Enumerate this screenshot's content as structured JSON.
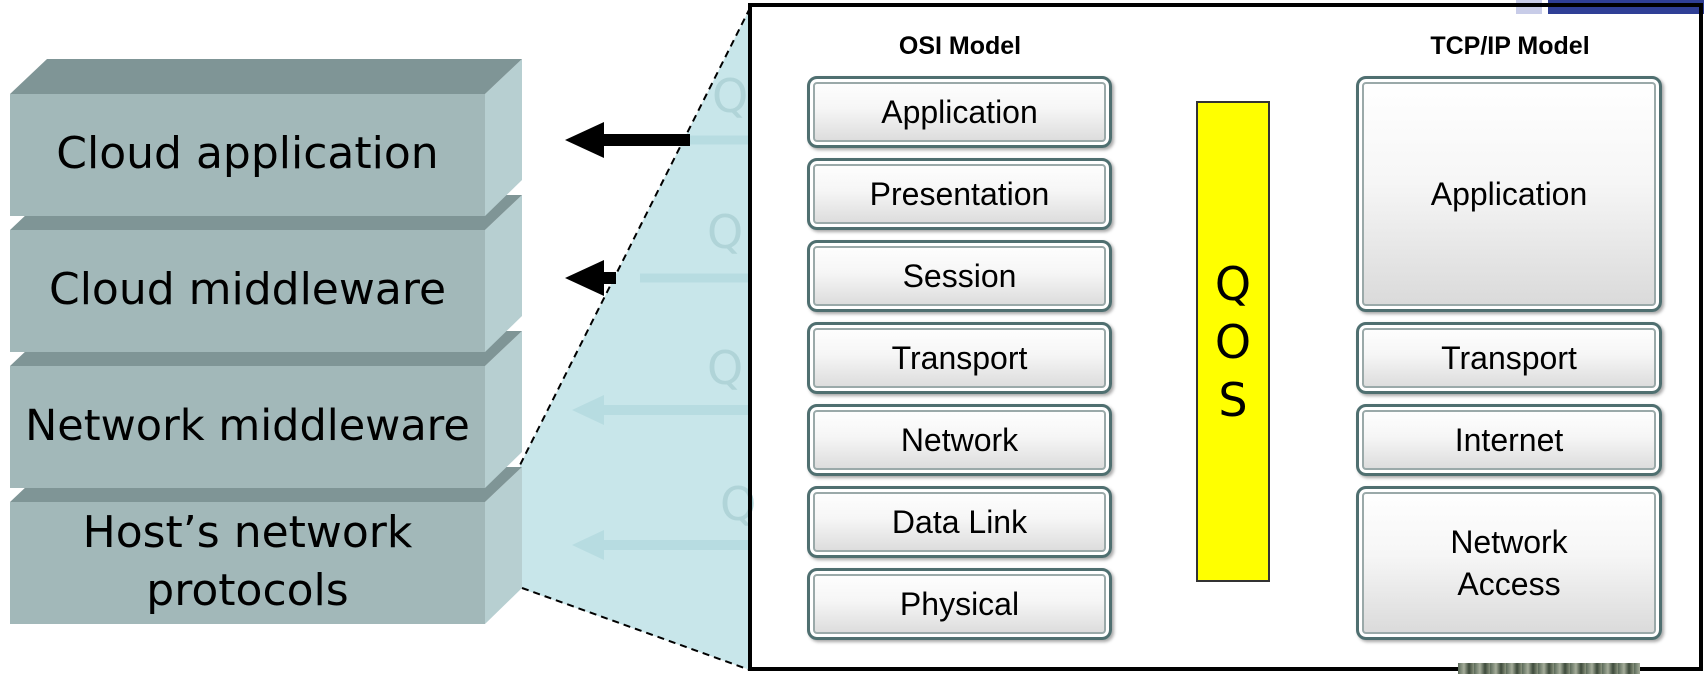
{
  "left_stack": {
    "layers": [
      {
        "label": "Cloud application"
      },
      {
        "label": "Cloud middleware"
      },
      {
        "label": "Network middleware"
      },
      {
        "label": "Host’s network protocols"
      }
    ],
    "colors": {
      "face": "#a2b8b9",
      "top": "#7f9596",
      "side": "#b7cfd1"
    }
  },
  "osi_model": {
    "heading": "OSI Model",
    "layers": [
      "Application",
      "Presentation",
      "Session",
      "Transport",
      "Network",
      "Data Link",
      "Physical"
    ]
  },
  "qos": {
    "label": "QOS",
    "color": "#ffff00"
  },
  "tcpip_model": {
    "heading": "TCP/IP Model",
    "layers": [
      "Application",
      "Transport",
      "Internet",
      "Network Access"
    ]
  },
  "colors": {
    "zoom_fill": "#c8e6ea",
    "arrow": "#000000",
    "faded_arrow": "#b9dde2"
  }
}
